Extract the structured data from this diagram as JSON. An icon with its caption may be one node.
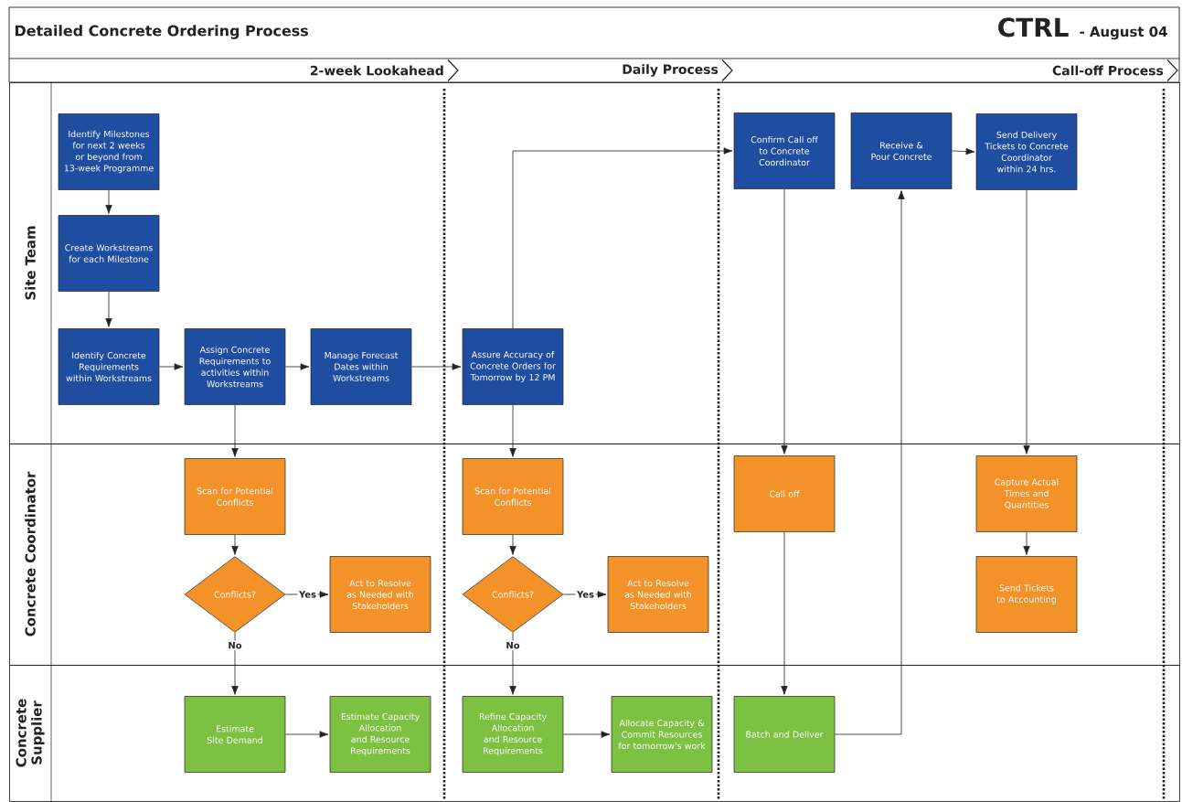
{
  "diagram": {
    "title": "Detailed Concrete Ordering Process",
    "nodes": [
      {
        "text": [
          "2-week Lookahead"
        ]
      },
      {
        "text": [
          "Daily Process"
        ]
      },
      {
        "text": [
          "Call-off Process"
        ]
      },
      {
        "text": [
          "Site Team"
        ]
      },
      {
        "text": [
          "Identify Milestones for next 2 weeks or beyond from 13-week Programme"
        ],
        "in": 3
      },
      {
        "text": [
          "Create Workstreams for each Milestone"
        ],
        "in": 3
      },
      {
        "text": [
          "Identify Concrete Requirements within Workstreams"
        ],
        "in": 3
      },
      {
        "text": [
          "Assign Concrete Requirements to activities within Workstreams"
        ],
        "in": 3
      },
      {
        "text": [
          "Manage Forecast Dates within Workstreams"
        ],
        "in": 3
      },
      {
        "text": [
          "Assure Accuracy of Concrete Orders for Tomorrow by 12 PM"
        ],
        "in": 3
      },
      {
        "text": [
          "Confirm Call off to Concrete Coordinator"
        ],
        "in": 3
      },
      {
        "text": [
          "Receive & Pour Concrete"
        ],
        "in": 3
      },
      {
        "text": [
          "Send Delivery Tickets to Concrete Coordinator within 24 hrs."
        ],
        "in": 3
      },
      {
        "text": [
          "Concrete Coordinator"
        ]
      },
      {
        "text": [
          "Scan for Potential Conflicts"
        ],
        "in": 13
      },
      {
        "text": [
          "Conflicts?"
        ],
        "in": 13
      },
      {
        "text": [
          "Act to Resolve as Needed with Stakeholders"
        ],
        "in": 13
      },
      {
        "text": [
          "Scan for Potential Conflicts"
        ],
        "in": 13
      },
      {
        "text": [
          "Conflicts?"
        ],
        "in": 13
      },
      {
        "text": [
          "Act to Resolve as Needed with Stakeholders"
        ],
        "in": 13
      },
      {
        "text": [
          "Call off"
        ],
        "in": 13
      },
      {
        "text": [
          "Capture Actual Times and Quantities"
        ],
        "in": 13
      },
      {
        "text": [
          "Send Tickets to Accounting"
        ],
        "in": 13
      },
      {
        "text": [
          "Concrete Supplier"
        ]
      },
      {
        "text": [
          "Estimate Site Demand"
        ],
        "in": 23
      },
      {
        "text": [
          "Estimate Capacity Allocation and Resource Requirements"
        ],
        "in": 23
      },
      {
        "text": [
          "Refine Capacity Allocation and Resource Requirements"
        ],
        "in": 23
      },
      {
        "text": [
          "Allocate Capacity & Commit Resources for tomorrow's work"
        ],
        "in": 23
      },
      {
        "text": [
          "Batch and Deliver"
        ],
        "in": 23
      }
    ],
    "edges": [
      {
        "from": 4,
        "to": 5,
        "arrow": "to"
      },
      {
        "from": 5,
        "to": 6,
        "arrow": "to"
      },
      {
        "from": 6,
        "to": 7,
        "arrow": "to"
      },
      {
        "from": 7,
        "to": 8,
        "arrow": "to"
      },
      {
        "from": 8,
        "to": 9,
        "arrow": "to"
      },
      {
        "from": 9,
        "to": 10,
        "arrow": "to"
      },
      {
        "from": 7,
        "to": 14,
        "arrow": "to"
      },
      {
        "from": 14,
        "to": 15,
        "arrow": "to"
      },
      {
        "from": 15,
        "to": 16,
        "arrow": "to",
        "label": "Yes"
      },
      {
        "from": 15,
        "to": 24,
        "arrow": "to",
        "label": "No"
      },
      {
        "from": 24,
        "to": 25,
        "arrow": "to"
      },
      {
        "from": 9,
        "to": 17,
        "arrow": "to"
      },
      {
        "from": 17,
        "to": 18,
        "arrow": "to"
      },
      {
        "from": 18,
        "to": 19,
        "arrow": "to",
        "label": "Yes"
      },
      {
        "from": 18,
        "to": 26,
        "arrow": "to",
        "label": "No"
      },
      {
        "from": 26,
        "to": 27,
        "arrow": "to"
      },
      {
        "from": 10,
        "to": 20,
        "arrow": "to"
      },
      {
        "from": 20,
        "to": 28,
        "arrow": "to"
      },
      {
        "from": 28,
        "to": 11,
        "arrow": "to"
      },
      {
        "from": 11,
        "to": 12,
        "arrow": "to"
      },
      {
        "from": 12,
        "to": 21,
        "arrow": "to"
      },
      {
        "from": 21,
        "to": 22,
        "arrow": "to"
      }
    ],
    "labels": [
      "CTRL",
      "- August 04"
    ]
  }
}
